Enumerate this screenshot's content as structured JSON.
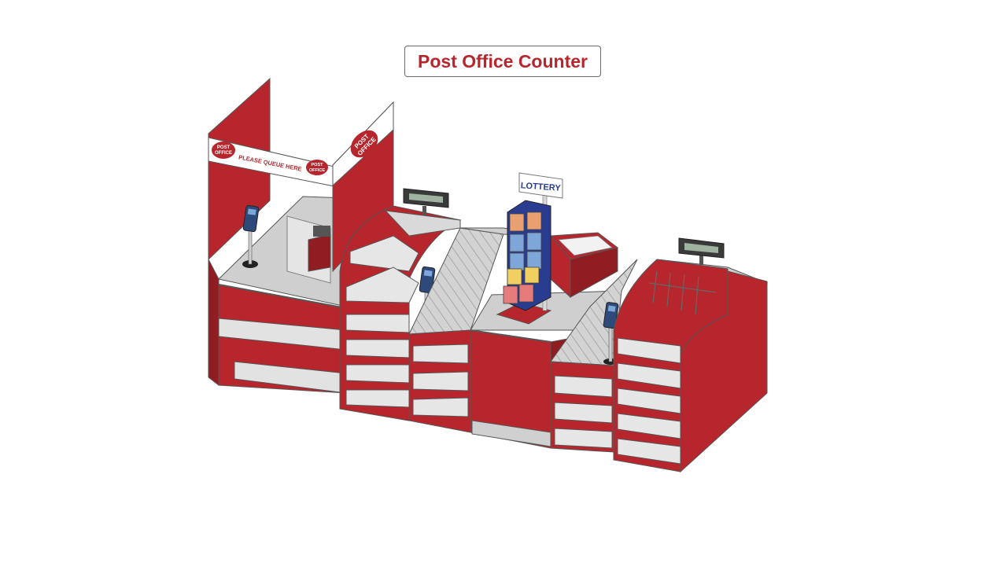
{
  "title": "Post Office Counter",
  "signs": {
    "queue_text": "PLEASE QUEUE HERE",
    "logo_line1": "POST",
    "logo_line2": "OFFICE",
    "lottery": "LOTTERY"
  },
  "colors": {
    "brand_red": "#b8262d",
    "dark_red": "#8f1d22",
    "counter_top": "#cfcfcf",
    "shelf": "#e6e6e6",
    "outline": "#555555"
  },
  "icons": [
    "card-terminal-icon",
    "customer-display-icon",
    "till-icon",
    "lottery-stand-icon"
  ]
}
